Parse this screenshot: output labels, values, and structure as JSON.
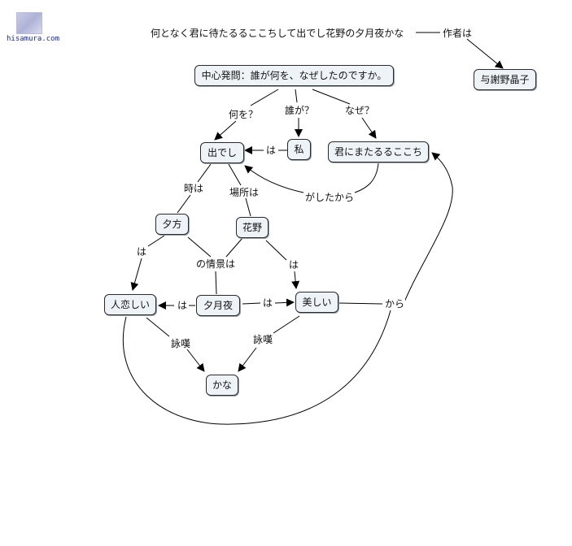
{
  "logo": {
    "text": "hisamura.com"
  },
  "poem": "何となく君に待たるるここちして出でし花野の夕月夜かな",
  "nodes": {
    "question": "中心発問：誰が何を、なぜしたのですか。",
    "author": "与謝野晶子",
    "ideshi": "出でし",
    "watashi": "私",
    "kimi": "君にまたるるここち",
    "yuugata": "夕方",
    "hanano": "花野",
    "hitokoishii": "人恋しい",
    "yuzukiyo": "夕月夜",
    "utsukushii": "美しい",
    "kana": "かな"
  },
  "links": {
    "sakusha": "作者は",
    "naniwo": "何を？",
    "darega": "誰が？",
    "naze": "なぜ？",
    "ha_watashi": "は",
    "gashitakara": "がしたから",
    "jiwa": "時は",
    "bashowa": "場所は",
    "ha_yuugata": "は",
    "jokei": "の情景は",
    "ha_hanano": "は",
    "ha_left": "は",
    "ha_right": "は",
    "kara": "から",
    "eitan_left": "詠嘆",
    "eitan_right": "詠嘆"
  }
}
